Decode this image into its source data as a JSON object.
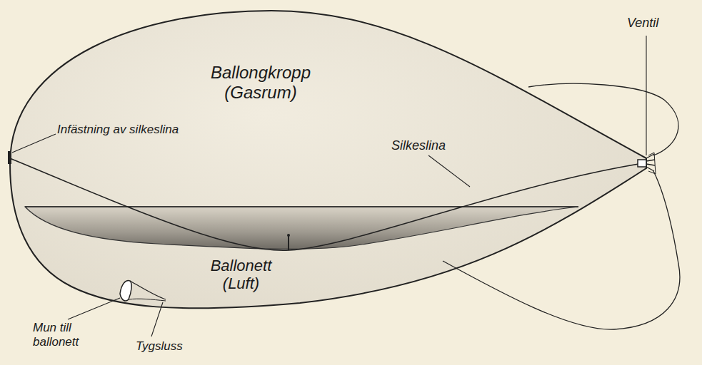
{
  "diagram": {
    "labels": [
      "Ballongkropp (Gasrum)",
      "Ventil",
      "Infästning av silkeslina",
      "Silkeslina",
      "Ballonett (Luft)",
      "Mun till ballonett",
      "Tygsluss"
    ]
  }
}
